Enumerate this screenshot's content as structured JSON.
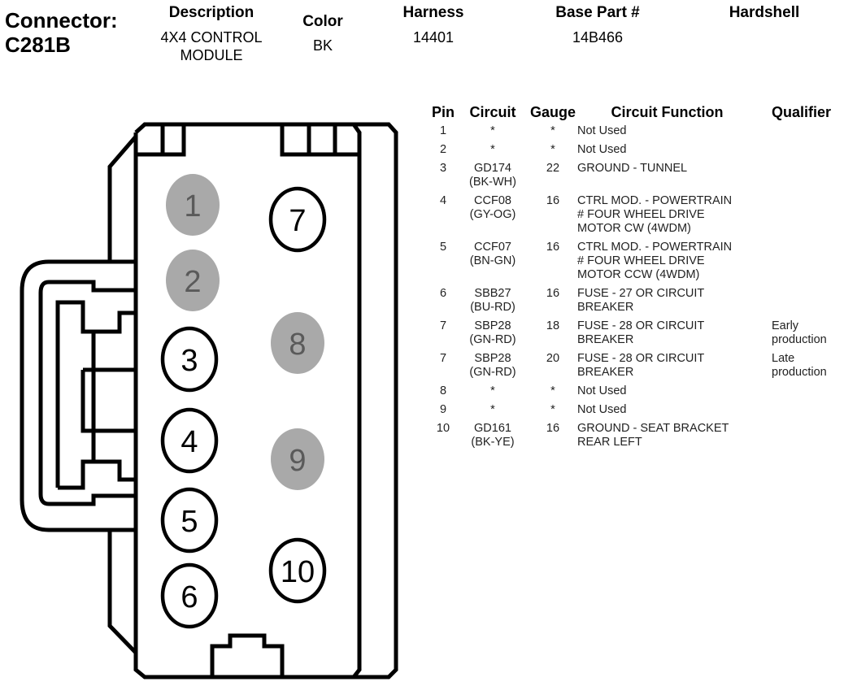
{
  "header": {
    "connector_label": "Connector:",
    "connector_id": "C281B",
    "description_label": "Description",
    "description_line1": "4X4 CONTROL",
    "description_line2": "MODULE",
    "color_label": "Color",
    "color_value": "BK",
    "harness_label": "Harness",
    "harness_value": "14401",
    "base_part_label": "Base Part #",
    "base_part_value": "14B466",
    "hardshell_label": "Hardshell",
    "hardshell_value": ""
  },
  "connector_face": {
    "pins": [
      {
        "number": "1",
        "state": "unused"
      },
      {
        "number": "2",
        "state": "unused"
      },
      {
        "number": "3",
        "state": "used"
      },
      {
        "number": "4",
        "state": "used"
      },
      {
        "number": "5",
        "state": "used"
      },
      {
        "number": "6",
        "state": "used"
      },
      {
        "number": "7",
        "state": "used"
      },
      {
        "number": "8",
        "state": "unused"
      },
      {
        "number": "9",
        "state": "unused"
      },
      {
        "number": "10",
        "state": "used"
      }
    ],
    "colors": {
      "unused_fill": "#a9a9a9",
      "unused_text": "#5a5a5a",
      "used_fill": "#ffffff",
      "outline": "#000000"
    }
  },
  "pin_table": {
    "columns": [
      "Pin",
      "Circuit",
      "Gauge",
      "Circuit Function",
      "Qualifier"
    ],
    "rows": [
      {
        "pin": "1",
        "circuit": "*",
        "wire": "",
        "gauge": "*",
        "function": "Not Used",
        "qualifier": ""
      },
      {
        "pin": "2",
        "circuit": "*",
        "wire": "",
        "gauge": "*",
        "function": "Not Used",
        "qualifier": ""
      },
      {
        "pin": "3",
        "circuit": "GD174",
        "wire": "(BK-WH)",
        "gauge": "22",
        "function": "GROUND - TUNNEL",
        "qualifier": ""
      },
      {
        "pin": "4",
        "circuit": "CCF08",
        "wire": "(GY-OG)",
        "gauge": "16",
        "function": "CTRL MOD. - POWERTRAIN\n# FOUR WHEEL DRIVE\nMOTOR CW (4WDM)",
        "qualifier": ""
      },
      {
        "pin": "5",
        "circuit": "CCF07",
        "wire": "(BN-GN)",
        "gauge": "16",
        "function": "CTRL MOD. - POWERTRAIN\n# FOUR WHEEL DRIVE\nMOTOR CCW (4WDM)",
        "qualifier": ""
      },
      {
        "pin": "6",
        "circuit": "SBB27",
        "wire": "(BU-RD)",
        "gauge": "16",
        "function": "FUSE - 27 OR CIRCUIT\nBREAKER",
        "qualifier": ""
      },
      {
        "pin": "7",
        "circuit": "SBP28",
        "wire": "(GN-RD)",
        "gauge": "18",
        "function": "FUSE - 28 OR CIRCUIT\nBREAKER",
        "qualifier": "Early\nproduction"
      },
      {
        "pin": "7",
        "circuit": "SBP28",
        "wire": "(GN-RD)",
        "gauge": "20",
        "function": "FUSE - 28 OR CIRCUIT\nBREAKER",
        "qualifier": "Late\nproduction"
      },
      {
        "pin": "8",
        "circuit": "*",
        "wire": "",
        "gauge": "*",
        "function": "Not Used",
        "qualifier": ""
      },
      {
        "pin": "9",
        "circuit": "*",
        "wire": "",
        "gauge": "*",
        "function": "Not Used",
        "qualifier": ""
      },
      {
        "pin": "10",
        "circuit": "GD161",
        "wire": "(BK-YE)",
        "gauge": "16",
        "function": "GROUND - SEAT BRACKET\nREAR LEFT",
        "qualifier": ""
      }
    ]
  }
}
